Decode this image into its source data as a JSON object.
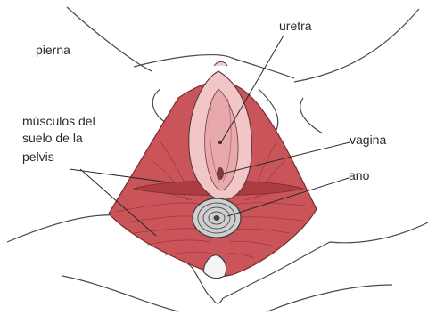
{
  "labels": {
    "leg": "pierna",
    "urethra": "uretra",
    "pelvic_floor_line1": "músculos del",
    "pelvic_floor_line2": "suelo de la",
    "pelvic_floor_line3": "pelvis",
    "vagina": "vagina",
    "anus": "ano"
  },
  "colors": {
    "muscle": "#c9545a",
    "muscle_light": "#e39aa0",
    "muscle_dark": "#9c3438",
    "outline": "#4a4a4a",
    "anus_gray": "#9a9a9a"
  }
}
